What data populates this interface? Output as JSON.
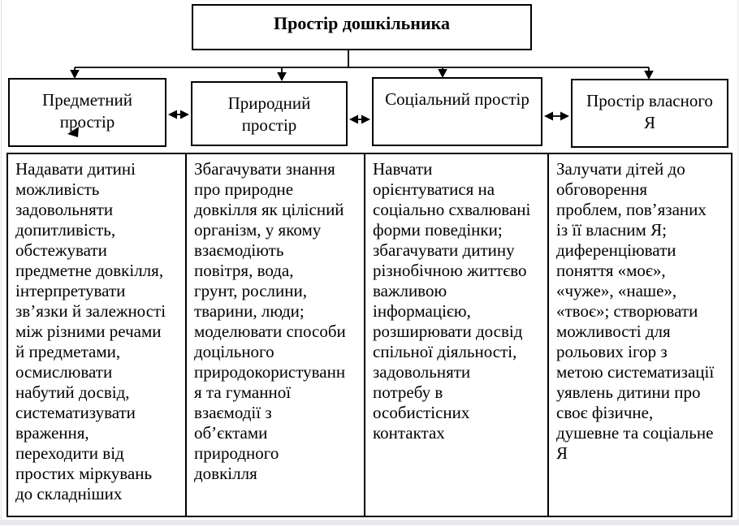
{
  "diagram": {
    "title": "Простір дошкільника",
    "branches": [
      {
        "label": "Предметний\nпростір",
        "description": "Надавати дитині\nможливість\nзадовольняти\nдопитливість,\nобстежувати\nпредметне довкілля,\nінтерпретувати\nзв’язки й залежності\nміж різними речами\nй предметами,\nосмислювати\nнабутий досвід,\nсистематизувати\nвраження,\nпереходити від\nпростих міркувань\nдо складніших"
      },
      {
        "label": "Природний\nпростір",
        "description": "Збагачувати знання\nпро природне\nдовкілля як цілісний\nорганізм, у якому\nвзаємодіють\nповітря, вода,\nгрунт, рослини,\nтварини, люди;\nмоделювати способи\nдоцільного\nприродокористуванн\nя та гуманної\nвзаємодії з\nоб’єктами\nприродного\nдовкілля"
      },
      {
        "label": "Соціальний простір",
        "description": "Навчати\nорієнтуватися на\nсоціально схвалювані\nформи поведінки;\nзбагачувати дитину\nрізнобічною життєво\nважливою\nінформацією,\nрозширювати досвід\nспільної діяльності,\nзадовольняти\nпотребу в\nособистісних\nконтактах"
      },
      {
        "label": "Простір власного\nЯ",
        "description": "Залучати дітей до\nобговорення\nпроблем, пов’язаних\nіз її власним Я;\nдиференціювати\nпоняття «моє»,\n«чуже», «наше»,\n«твоє»; створювати\nможливості для\nрольових ігор з\nметою систематизації\nуявлень дитини про\nсвоє фізичне,\nдушевне та соціальне\nЯ"
      }
    ],
    "line_color": "#000000"
  }
}
